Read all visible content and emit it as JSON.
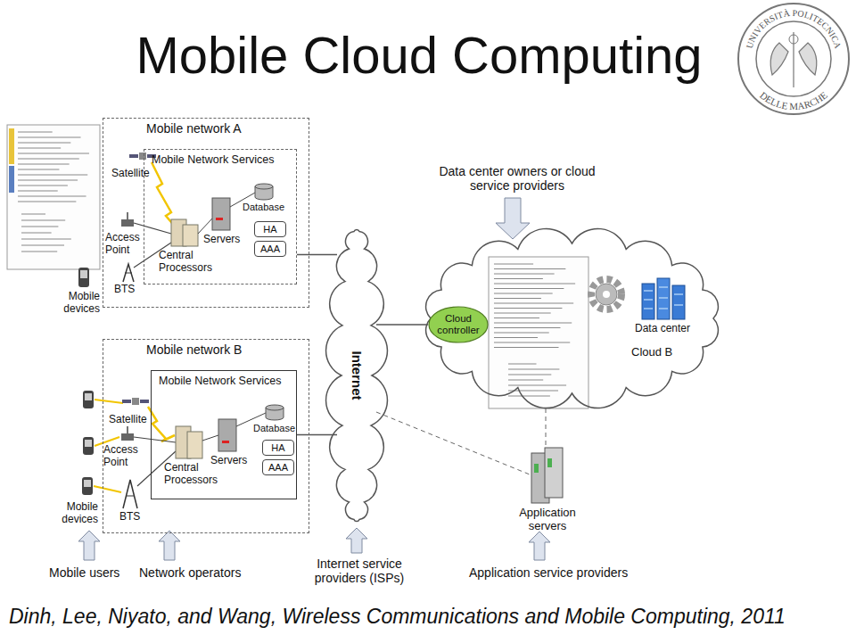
{
  "diagram": {
    "title": "Mobile Cloud Computing",
    "caption": "Dinh, Lee, Niyato, and Wang, Wireless Communications and Mobile Computing, 2011",
    "nodes": [
      {
        "text": [
          "Mobile network A"
        ]
      },
      {
        "text": [
          "Mobile Network Services"
        ],
        "in": 0
      },
      {
        "text": [
          "HA"
        ],
        "in": 1
      },
      {
        "text": [
          "AAA"
        ],
        "in": 1
      },
      {
        "text": [
          "Mobile network B"
        ]
      },
      {
        "text": [
          "Mobile Network Services"
        ],
        "in": 4
      },
      {
        "text": [
          "HA"
        ],
        "in": 5
      },
      {
        "text": [
          "AAA"
        ],
        "in": 5
      },
      {
        "text": [
          "Internet"
        ]
      },
      {
        "text": [
          "Cloud B"
        ]
      },
      {
        "text": [
          "Cloud controller"
        ],
        "in": 9
      }
    ],
    "edges": [
      {
        "from": 1,
        "to": 8,
        "arrow": "none"
      },
      {
        "from": 5,
        "to": 8,
        "arrow": "none"
      },
      {
        "from": 8,
        "to": 10,
        "arrow": "none"
      }
    ],
    "labels": [
      "UNIVERSITÀ POLITECNICA",
      "DELLE MARCHE",
      "Satellite",
      "Access Point",
      "BTS",
      "Mobile devices",
      "Central Processors",
      "Servers",
      "Database",
      "Data center owners or cloud service providers",
      "Data center",
      "Satellite",
      "Access Point",
      "BTS",
      "Mobile devices",
      "Central Processors",
      "Servers",
      "Database",
      "Application servers",
      "Mobile users",
      "Network operators",
      "Internet service providers (ISPs)",
      "Application service providers"
    ]
  }
}
